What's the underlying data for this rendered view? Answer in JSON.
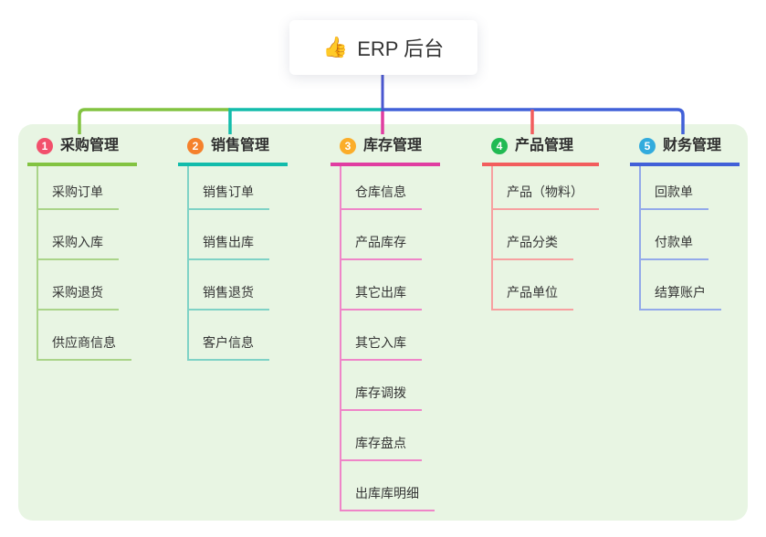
{
  "title": {
    "icon": "👍",
    "text": "ERP 后台"
  },
  "branches": [
    {
      "number": "1",
      "label": "采购管理",
      "color": "#82c341",
      "child_color": "#aad489",
      "badge_color": "#f2506c",
      "children": [
        "采购订单",
        "采购入库",
        "采购退货",
        "供应商信息"
      ]
    },
    {
      "number": "2",
      "label": "销售管理",
      "color": "#12bcab",
      "child_color": "#7fd2c6",
      "badge_color": "#f5812c",
      "children": [
        "销售订单",
        "销售出库",
        "销售退货",
        "客户信息"
      ]
    },
    {
      "number": "3",
      "label": "库存管理",
      "color": "#e03da1",
      "child_color": "#ef85c8",
      "badge_color": "#fbad29",
      "children": [
        "仓库信息",
        "产品库存",
        "其它出库",
        "其它入库",
        "库存调拨",
        "库存盘点",
        "出库库明细"
      ]
    },
    {
      "number": "4",
      "label": "产品管理",
      "color": "#f25d5d",
      "child_color": "#f7a0a0",
      "badge_color": "#21ba53",
      "children": [
        "产品（物料）",
        "产品分类",
        "产品单位"
      ]
    },
    {
      "number": "5",
      "label": "财务管理",
      "color": "#4160d8",
      "child_color": "#93a9ea",
      "badge_color": "#32abdd",
      "children": [
        "回款单",
        "付款单",
        "结算账户"
      ]
    }
  ],
  "colors": {
    "background": "#ffffff",
    "panel": "#e8f5e3",
    "root_line": "#4a57d0",
    "branch_line_1": "#82c341",
    "branch_line_2": "#12bcab",
    "branch_line_3": "#e03da1",
    "branch_line_4": "#f25d5d",
    "branch_line_5": "#4160d8",
    "text": "#333333"
  }
}
